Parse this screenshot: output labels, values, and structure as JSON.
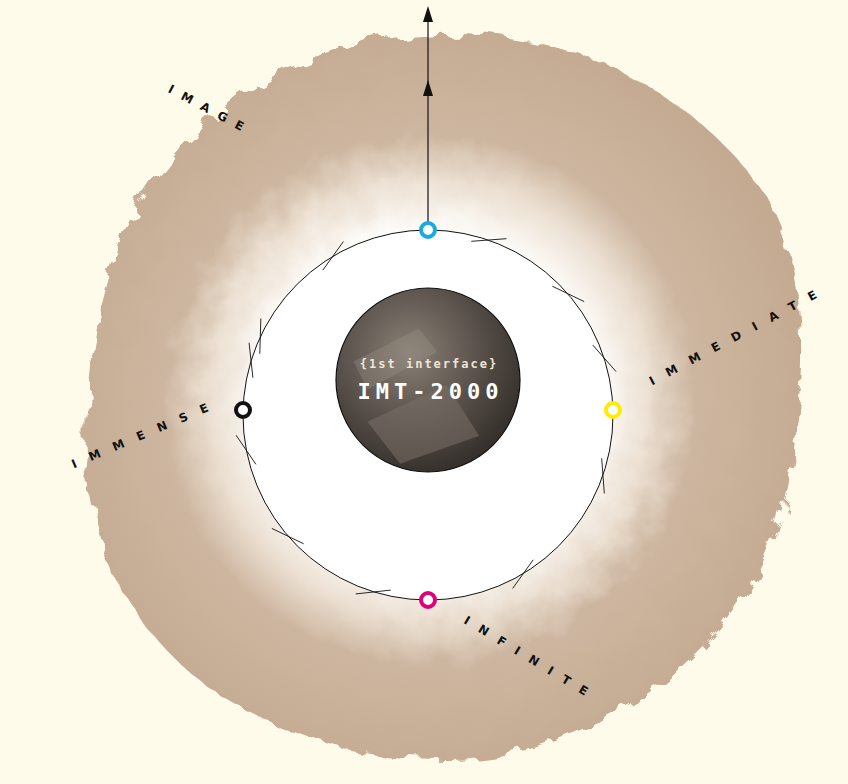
{
  "diagram": {
    "nodes": [
      {
        "text": [
          "{1st interface}",
          "IMT-2000"
        ]
      }
    ],
    "labels": [
      "IMAGE",
      "IMMEDIATE",
      "IMMENSE",
      "INFINITE"
    ]
  }
}
